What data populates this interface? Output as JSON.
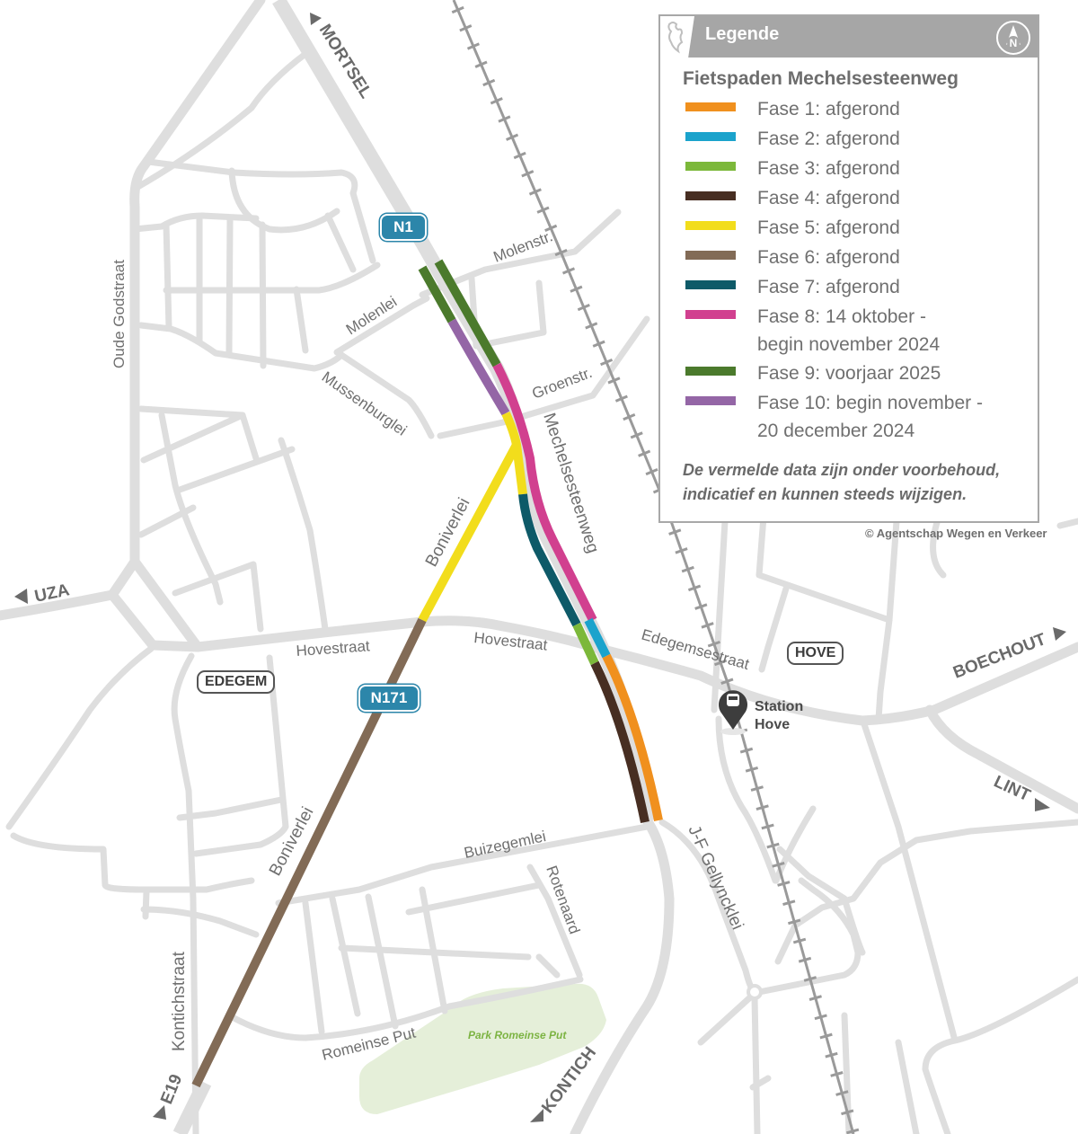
{
  "legend": {
    "header_title": "Legende",
    "north_icon": "N",
    "subtitle": "Fietspaden Mechelsesteenweg",
    "items": [
      {
        "label": "Fase 1: afgerond",
        "color": "#f0901e"
      },
      {
        "label": "Fase 2: afgerond",
        "color": "#1ba3cc"
      },
      {
        "label": "Fase 3: afgerond",
        "color": "#7cb83a"
      },
      {
        "label": "Fase 4: afgerond",
        "color": "#472e22"
      },
      {
        "label": "Fase 5: afgerond",
        "color": "#f2dd1c"
      },
      {
        "label": "Fase 6: afgerond",
        "color": "#826b56"
      },
      {
        "label": "Fase 7: afgerond",
        "color": "#0e5a68"
      },
      {
        "label": "Fase 8: 14 oktober -\nbegin november 2024",
        "color": "#d1408f"
      },
      {
        "label": "Fase 9: voorjaar 2025",
        "color": "#4b7a2c"
      },
      {
        "label": "Fase 10: begin november -\n20 december 2024",
        "color": "#9466a6"
      }
    ],
    "note": "De vermelde data zijn onder voorbehoud, indicatief en kunnen steeds wijzigen."
  },
  "copyright": "© Agentschap Wegen en Verkeer",
  "route_shields": {
    "n1": "N1",
    "n171": "N171"
  },
  "towns": {
    "edegem": "EDEGEM",
    "hove": "HOVE"
  },
  "directions": {
    "mortsel": "MORTSEL",
    "uza": "UZA",
    "boechout": "BOECHOUT",
    "lint": "LINT",
    "kontich": "KONTICH",
    "e19": "E19"
  },
  "streets": {
    "molenstr": "Molenstr.",
    "molenlei": "Molenlei",
    "mussenburglei": "Mussenburglei",
    "groenstr": "Groenstr.",
    "mechelsesteenweg": "Mechelsesteenweg",
    "boniverlei_north": "Boniverlei",
    "boniverlei_south": "Boniverlei",
    "hovestraat_west": "Hovestraat",
    "hovestraat_east": "Hovestraat",
    "edegemsestraat": "Edegemsestraat",
    "oude_godstraat": "Oude Godstraat",
    "buizegemlei": "Buizegemlei",
    "rotenaard": "Rotenaard",
    "jf_gellyncklei": "J-F Gellyncklei",
    "kontichstraat": "Kontichstraat",
    "romeinse_put": "Romeinse Put"
  },
  "poi": {
    "station": "Station\nHove",
    "park": "Park Romeinse Put"
  }
}
